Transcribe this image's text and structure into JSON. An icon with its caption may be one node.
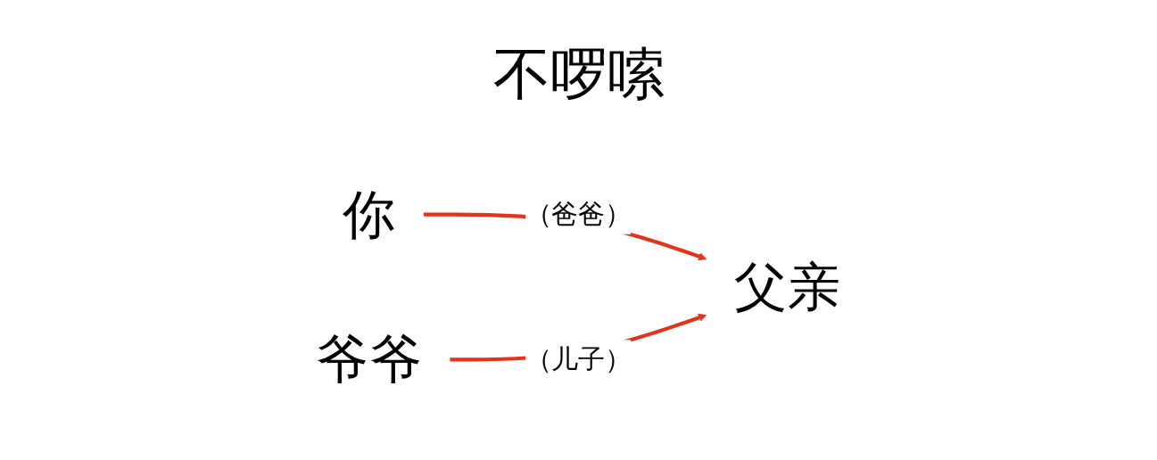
{
  "diagram": {
    "title": "不啰嗦",
    "nodes": [
      {
        "text": [
          "你"
        ]
      },
      {
        "text": [
          "父亲"
        ]
      },
      {
        "text": [
          "爷爷"
        ]
      }
    ],
    "edges": [
      {
        "from": 0,
        "to": 1,
        "arrow": "to",
        "label": "（爸爸）"
      },
      {
        "from": 2,
        "to": 1,
        "arrow": "to",
        "label": "（儿子）"
      }
    ]
  }
}
